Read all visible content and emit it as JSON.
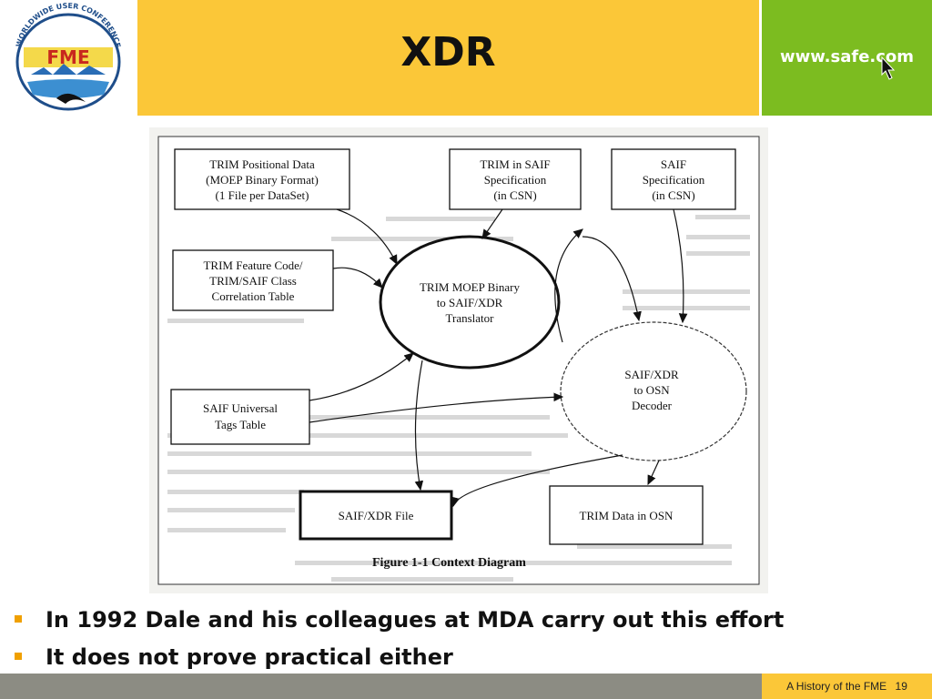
{
  "header": {
    "title": "XDR",
    "brand_url": "www.safe.com",
    "logo": {
      "arc_text": "WORLDWIDE USER CONFERENCE",
      "letters": "FME"
    }
  },
  "diagram": {
    "boxes": {
      "trim_positional": [
        "TRIM Positional Data",
        "(MOEP Binary Format)",
        "(1 File per DataSet)"
      ],
      "trim_in_saif": [
        "TRIM in SAIF",
        "Specification",
        "(in CSN)"
      ],
      "saif_spec": [
        "SAIF",
        "Specification",
        "(in CSN)"
      ],
      "feature_code": [
        "TRIM Feature Code/",
        "TRIM/SAIF Class",
        "Correlation Table"
      ],
      "universal_tags": [
        "SAIF Universal",
        "Tags Table"
      ],
      "saif_xdr_file": [
        "SAIF/XDR File"
      ],
      "trim_osn": [
        "TRIM Data in OSN"
      ]
    },
    "ellipses": {
      "translator": [
        "TRIM MOEP Binary",
        "to SAIF/XDR",
        "Translator"
      ],
      "decoder": [
        "SAIF/XDR",
        "to OSN",
        "Decoder"
      ]
    },
    "caption": "Figure 1-1   Context Diagram"
  },
  "bullets": [
    "In 1992 Dale and his colleagues at MDA carry out this effort",
    "It does not prove practical either"
  ],
  "footer": {
    "label": "A History of the FME",
    "page": "19"
  },
  "colors": {
    "title_band": "#fbc738",
    "brand_band": "#7cbc20",
    "footer_bar": "#8c8c83",
    "bullet": "#f0a000"
  }
}
